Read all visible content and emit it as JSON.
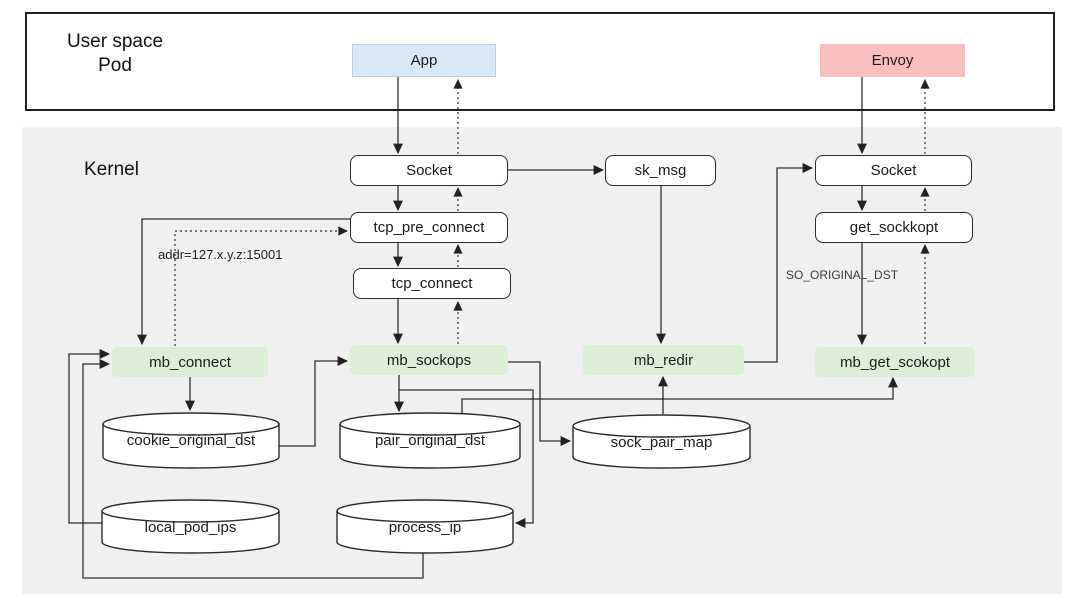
{
  "diagram": {
    "regions": {
      "userspace": {
        "label_line1": "User space",
        "label_line2": "Pod"
      },
      "kernel": {
        "label": "Kernel"
      }
    },
    "userspace_nodes": {
      "app": "App",
      "envoy": "Envoy"
    },
    "kernel_nodes": {
      "socket_left": "Socket",
      "sk_msg": "sk_msg",
      "socket_right": "Socket",
      "tcp_pre_connect": "tcp_pre_connect",
      "get_sockkopt": "get_sockkopt",
      "tcp_connect": "tcp_connect"
    },
    "ebpf_nodes": {
      "mb_connect": "mb_connect",
      "mb_sockops": "mb_sockops",
      "mb_redir": "mb_redir",
      "mb_get_scokopt": "mb_get_scokopt"
    },
    "maps": {
      "cookie_original_dst": "cookie_original_dst",
      "pair_original_dst": "pair_original_dst",
      "sock_pair_map": "sock_pair_map",
      "local_pod_ips": "local_pod_ips",
      "process_ip": "process_ip"
    },
    "edge_labels": {
      "addr": "addr=127.x.y.z:15001",
      "so_original_dst": "SO_ORIGINAL_DST"
    }
  },
  "colors": {
    "app_fill": "#d9e8f6",
    "app_border": "#b9cfe4",
    "envoy_fill": "#f9bfbf",
    "ebpf_fill": "#ddeed6",
    "kernel_bg": "#f0f0f0",
    "line": "#2e2e2e"
  }
}
